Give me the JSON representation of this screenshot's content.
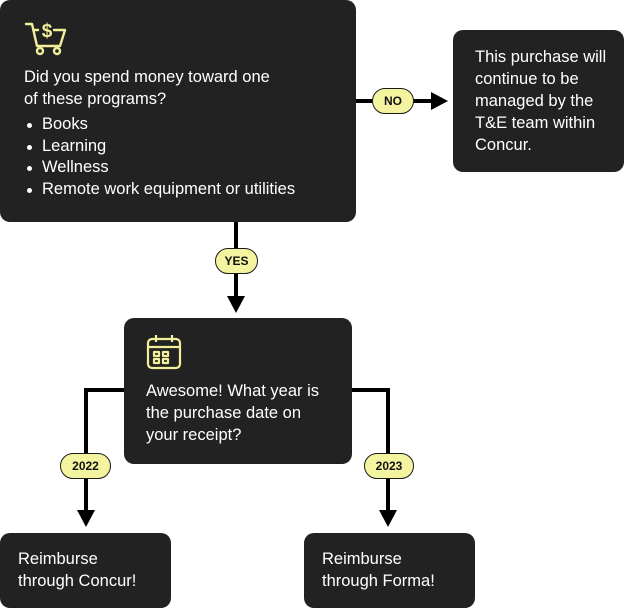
{
  "colors": {
    "box_bg": "#222222",
    "pill_bg": "#f4f3a0",
    "icon_accent": "#f2ef9b",
    "line": "#000000"
  },
  "question1": {
    "icon": "shopping-cart-dollar-icon",
    "text": "Did you spend money toward one of these programs?",
    "items": [
      "Books",
      "Learning",
      "Wellness",
      "Remote work equipment or utilities"
    ]
  },
  "no_branch": {
    "label": "NO",
    "result": "This purchase will continue to be managed by the T&E team within Concur."
  },
  "yes_branch": {
    "label": "YES"
  },
  "question2": {
    "icon": "calendar-icon",
    "text": "Awesome! What year is the purchase date on your receipt?"
  },
  "branch_2022": {
    "label": "2022",
    "result": "Reimburse through Concur!"
  },
  "branch_2023": {
    "label": "2023",
    "result": "Reimburse through Forma!"
  }
}
